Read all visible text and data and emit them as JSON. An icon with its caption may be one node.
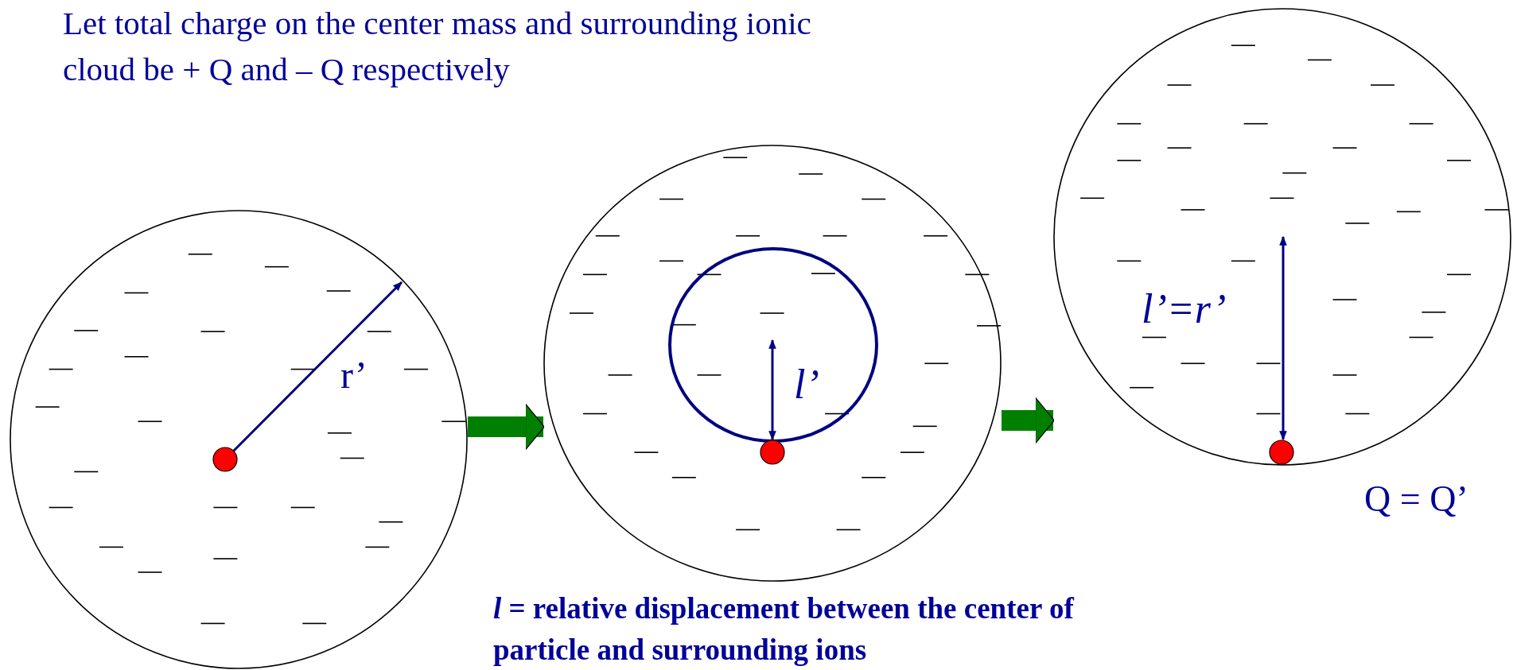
{
  "diagram": {
    "title": "Let total charge on the center mass and surrounding ionic cloud be + Q and – Q respectively",
    "caption": "*l* = relative displacement between the center of particle and surrounding ions",
    "nodes": [
      {
        "text": [],
        "shape": "circle"
      },
      {
        "text": [],
        "shape": "circle"
      },
      {
        "text": [],
        "shape": "circle",
        "beside": [
          "Q = Q’"
        ]
      }
    ],
    "edges": [
      {
        "from": 0,
        "to": 1,
        "arrow": "to"
      },
      {
        "from": 1,
        "to": 2,
        "arrow": "to"
      }
    ],
    "labels": [
      "r’",
      "l’",
      "l’=r’"
    ]
  }
}
